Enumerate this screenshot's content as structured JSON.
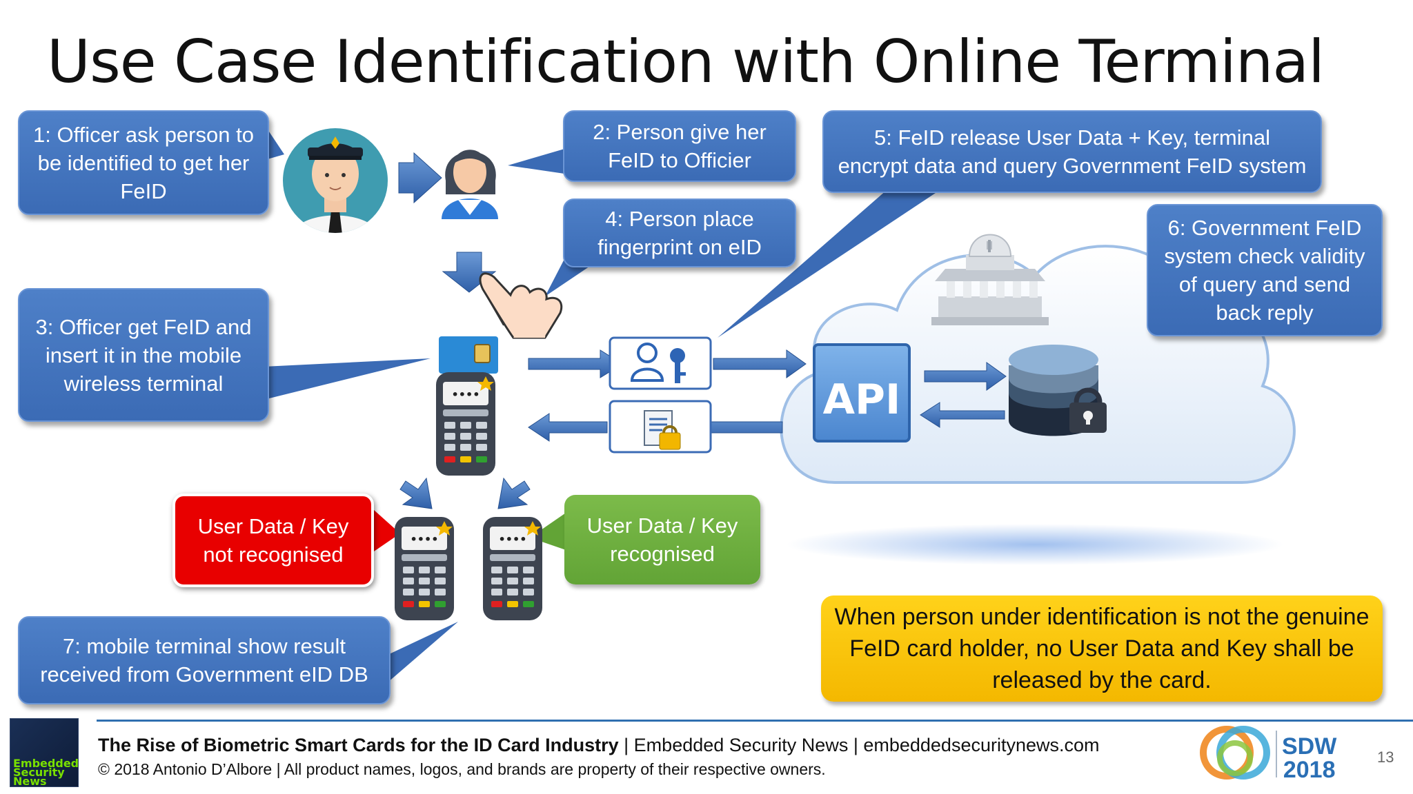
{
  "title": "Use Case Identification with Online Terminal",
  "steps": {
    "s1": "1: Officer ask person to be identified to get her FeID",
    "s2": "2: Person give her FeID to Officier",
    "s3": "3: Officer get FeID and insert it in the mobile wireless terminal",
    "s4": "4: Person place fingerprint on eID",
    "s5": "5: FeID release User Data + Key, terminal encrypt data and query Government FeID system",
    "s6": "6: Government FeID system check validity of query and send back reply",
    "s7": "7: mobile terminal show result received from Government eID DB"
  },
  "results": {
    "fail": "User Data / Key not recognised",
    "ok": "User Data / Key recognised"
  },
  "note": "When person under identification is not the genuine FeID card holder, no User Data and Key shall be released by the card.",
  "api_label": "API",
  "footer": {
    "bold": "The Rise of Biometric Smart Cards for the ID Card Industry",
    "rest": " | Embedded Security News | embeddedsecuritynews.com",
    "copyright": "© 2018 Antonio D’Albore | All product names, logos, and brands are property of their respective owners."
  },
  "logo": {
    "line1": "Embedded",
    "line2": "Security",
    "line3": "News"
  },
  "sdw": {
    "line1": "SDW",
    "line2": "2018"
  },
  "page_number": "13",
  "colors": {
    "blue_box": "#3b6bb5",
    "red_box": "#e80000",
    "green_box": "#62a436",
    "yellow_box": "#f4b800",
    "accent": "#2f6fb0"
  },
  "icons": [
    "officer-icon",
    "person-icon",
    "fingerprint-hand-icon",
    "terminal-icon",
    "user-key-icon",
    "encrypted-document-icon",
    "cloud-icon",
    "government-building-icon",
    "database-lock-icon"
  ]
}
